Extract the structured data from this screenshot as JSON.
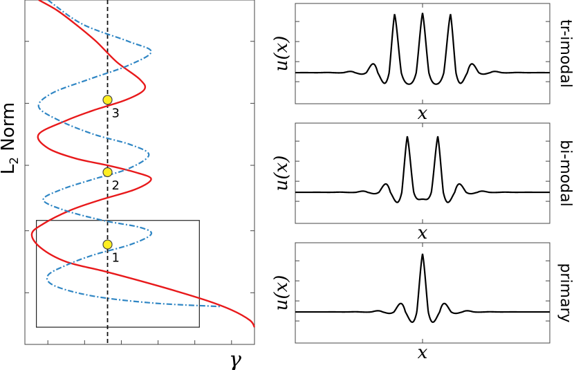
{
  "chart_data": [
    {
      "type": "line",
      "ylabel_main": "L",
      "ylabel_sub": "2",
      "ylabel_rest": " Norm",
      "xlabel": "γ",
      "x_range": [
        0,
        1
      ],
      "y_range": [
        0,
        1
      ],
      "vertical_line_x": 0.36,
      "series": [
        {
          "style": "solid",
          "color": "#e8191b",
          "x": [
            0.06,
            0.14,
            0.22,
            0.31,
            0.4,
            0.5,
            0.52,
            0.44,
            0.3,
            0.18,
            0.06,
            0.1,
            0.22,
            0.36,
            0.48,
            0.55,
            0.48,
            0.33,
            0.2,
            0.08,
            0.03,
            0.07,
            0.18,
            0.36,
            0.58,
            0.78,
            0.9,
            0.98,
            1.0
          ],
          "y": [
            1.0,
            0.97,
            0.93,
            0.88,
            0.82,
            0.77,
            0.74,
            0.71,
            0.68,
            0.65,
            0.61,
            0.57,
            0.54,
            0.52,
            0.5,
            0.48,
            0.45,
            0.42,
            0.39,
            0.35,
            0.32,
            0.28,
            0.24,
            0.21,
            0.17,
            0.13,
            0.1,
            0.07,
            0.05
          ]
        },
        {
          "style": "dashdot",
          "color": "#2f86c4",
          "x": [
            0.1,
            0.25,
            0.45,
            0.55,
            0.45,
            0.28,
            0.12,
            0.06,
            0.15,
            0.3,
            0.46,
            0.54,
            0.45,
            0.3,
            0.16,
            0.08,
            0.17,
            0.34,
            0.5,
            0.55,
            0.46,
            0.3,
            0.18,
            0.1,
            0.13,
            0.3,
            0.56,
            0.85
          ],
          "y": [
            1.0,
            0.93,
            0.88,
            0.85,
            0.81,
            0.77,
            0.73,
            0.69,
            0.65,
            0.61,
            0.58,
            0.55,
            0.51,
            0.48,
            0.45,
            0.42,
            0.39,
            0.36,
            0.34,
            0.32,
            0.29,
            0.26,
            0.23,
            0.2,
            0.17,
            0.14,
            0.12,
            0.11
          ]
        }
      ],
      "points": [
        {
          "label": "1",
          "x": 0.36,
          "y": 0.29
        },
        {
          "label": "2",
          "x": 0.36,
          "y": 0.5
        },
        {
          "label": "3",
          "x": 0.36,
          "y": 0.71
        }
      ],
      "inset_box": {
        "x0": 0.05,
        "x1": 0.76,
        "y0": 0.05,
        "y1": 0.36
      },
      "grid": false
    },
    {
      "type": "line",
      "title_right": "tr-imodal",
      "ylabel": "u(x)",
      "xlabel": "x",
      "peaks": [
        -0.11,
        0.0,
        0.11
      ]
    },
    {
      "type": "line",
      "title_right": "bi-modal",
      "ylabel": "u(x)",
      "xlabel": "x",
      "peaks": [
        -0.06,
        0.06
      ]
    },
    {
      "type": "line",
      "title_right": "primary",
      "ylabel": "u(x)",
      "xlabel": "x",
      "peaks": [
        0.0
      ]
    }
  ]
}
